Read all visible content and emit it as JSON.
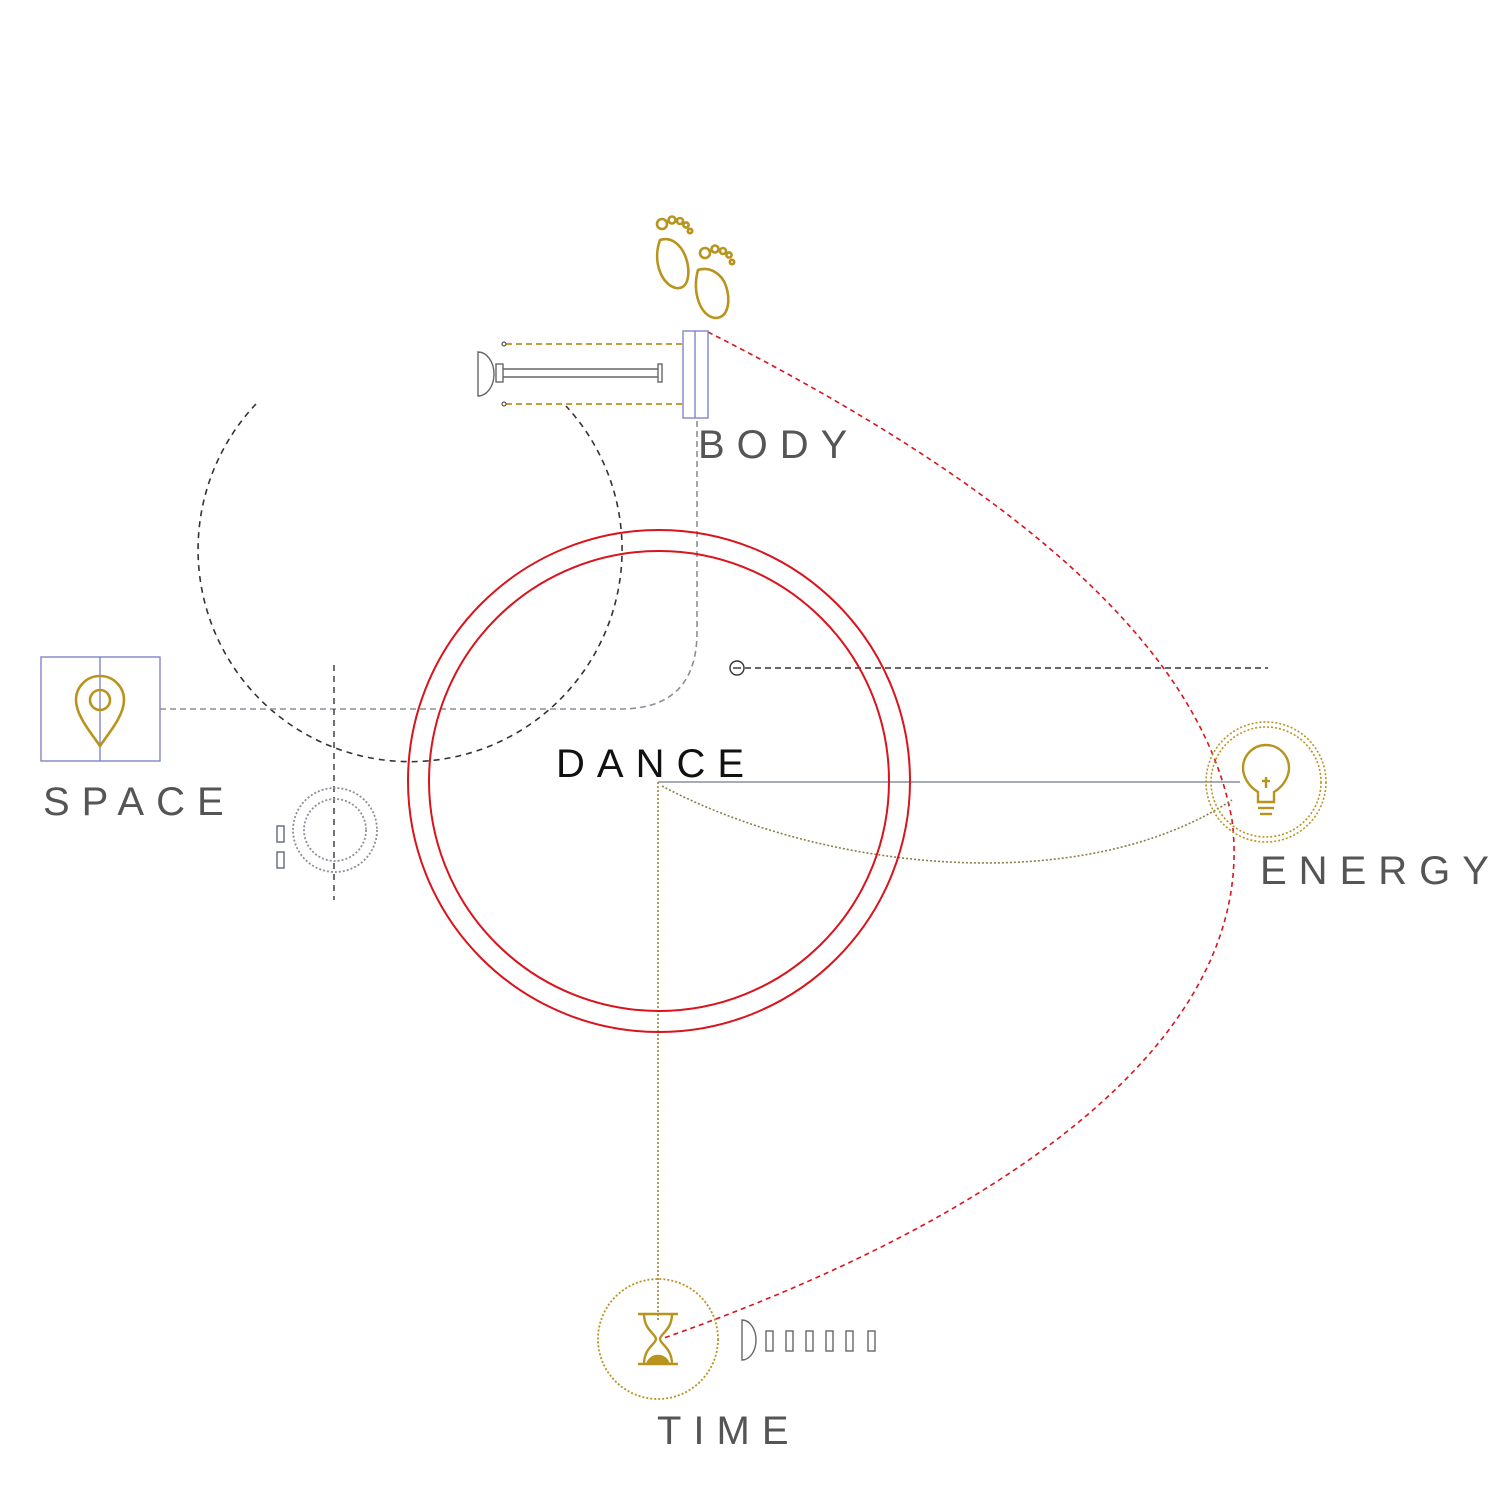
{
  "diagram": {
    "center_label": "DANCE",
    "nodes": {
      "body": {
        "label": "BODY",
        "icon": "footprints-icon"
      },
      "space": {
        "label": "SPACE",
        "icon": "location-pin-icon"
      },
      "energy": {
        "label": "ENERGY",
        "icon": "light-bulb-icon"
      },
      "time": {
        "label": "TIME",
        "icon": "hourglass-icon"
      }
    },
    "colors": {
      "red": "#d9141c",
      "gold": "#b8941e",
      "gray": "#8a8f99",
      "dark": "#333333",
      "blue": "#7f86c9",
      "label": "#555555"
    }
  }
}
